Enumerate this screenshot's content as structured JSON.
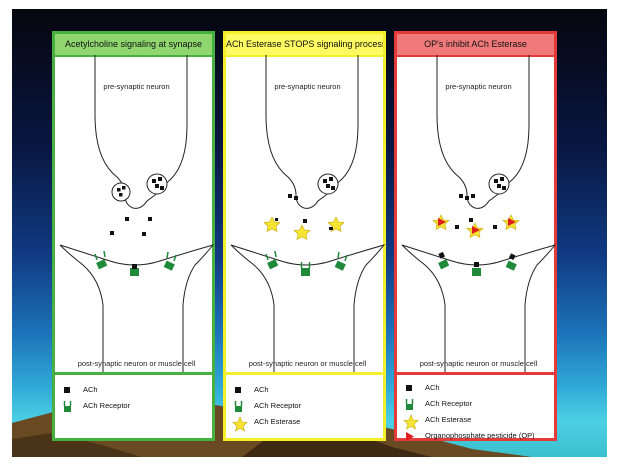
{
  "colors": {
    "panel1_border": "#46b040",
    "panel1_header": "#8fd66f",
    "panel2_border": "#f5ef2a",
    "panel2_header": "#fffb62",
    "panel3_border": "#e53a3a",
    "panel3_header": "#f07a7a",
    "receptor": "#1e8a3a",
    "esterase": "#f6e433",
    "pesticide": "#e01e1e"
  },
  "panels": [
    {
      "header": "Acetylcholine  signaling at synapse",
      "top_label": "pre-synaptic neuron",
      "bottom_label": "post-synaptic neuron or muscle cell",
      "legend": [
        "ACh",
        "ACh Receptor"
      ]
    },
    {
      "header": "ACh Esterase STOPS signaling process",
      "top_label": "pre-synaptic neuron",
      "bottom_label": "post-synaptic neuron or muscle cell",
      "legend": [
        "ACh",
        "ACh Receptor",
        "ACh Esterase"
      ]
    },
    {
      "header": "OP's inhibit ACh Esterase",
      "top_label": "pre-synaptic neuron",
      "bottom_label": "post-synaptic neuron or muscle cell",
      "legend": [
        "ACh",
        "ACh Receptor",
        "ACh Esterase",
        "Organophosphate pesticide (OP)"
      ]
    }
  ]
}
